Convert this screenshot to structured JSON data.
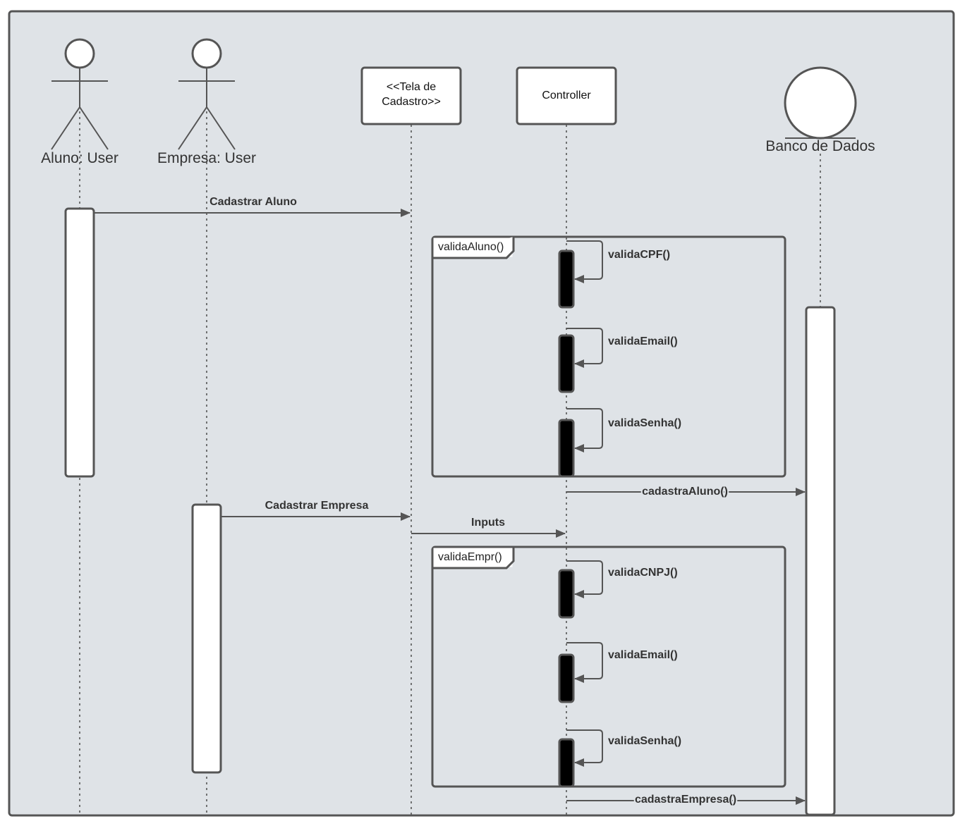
{
  "participants": {
    "aluno": "Aluno: User",
    "empresa": "Empresa: User",
    "tela_line1": "<<Tela de",
    "tela_line2": "Cadastro>>",
    "controller": "Controller",
    "banco": "Banco de Dados"
  },
  "messages": {
    "cadastrar_aluno": "Cadastrar Aluno",
    "cadastra_aluno": "cadastraAluno()",
    "cadastrar_empresa": "Cadastrar Empresa",
    "inputs": "Inputs",
    "cadastra_empresa": "cadastraEmpresa()"
  },
  "frames": {
    "valida_aluno": {
      "label": "validaAluno()",
      "calls": [
        "validaCPF()",
        "validaEmail()",
        "validaSenha()"
      ]
    },
    "valida_empr": {
      "label": "validaEmpr()",
      "calls": [
        "validaCNPJ()",
        "validaEmail()",
        "validaSenha()"
      ]
    }
  },
  "colors": {
    "canvas": "#dfe3e7",
    "stroke": "#555555",
    "activation_fill": "#ffffff",
    "self_activation_fill": "#000000"
  }
}
